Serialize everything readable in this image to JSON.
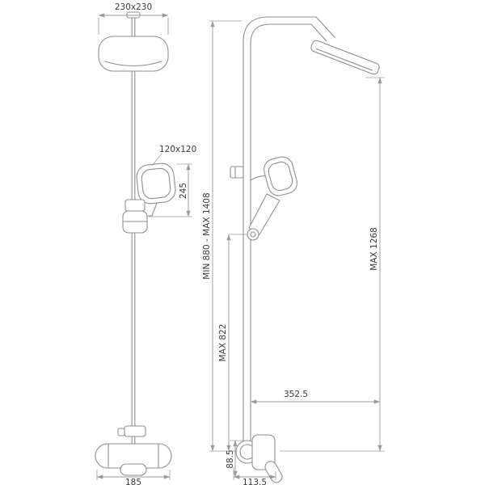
{
  "page": {
    "colors": {
      "background": "#ffffff",
      "line": "#8f8f8f",
      "dim_line": "#9a9a9a",
      "text": "#3a3a3a"
    }
  },
  "views": {
    "front": {
      "dims": {
        "head": "230x230",
        "hand": "120x120",
        "hand_height": "245",
        "mixer_width": "185"
      }
    },
    "side": {
      "dims": {
        "height_range": "MIN 880 - MAX 1408",
        "hose_height": "MAX 822",
        "head_height": "MAX 1268",
        "arm_reach": "352.5",
        "spout_drop": "88.5",
        "depth": "113.5"
      }
    }
  }
}
